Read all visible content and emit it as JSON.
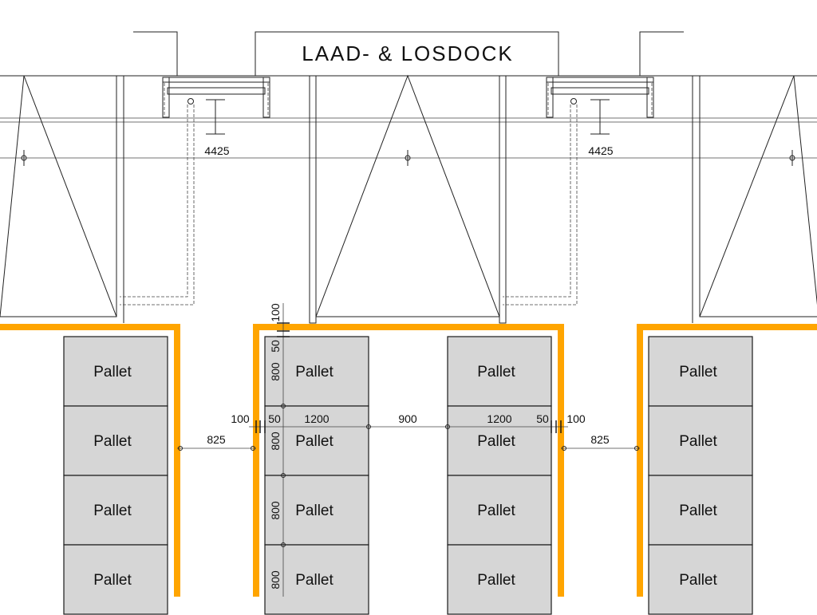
{
  "title": "LAAD- & LOSDOCK",
  "colors": {
    "lane": "#FFA500",
    "pallet_fill": "#d6d6d6",
    "line": "#222222"
  },
  "dock_dimensions": [
    "4425",
    "4425"
  ],
  "pallet_label": "Pallet",
  "pallet_columns": [
    {
      "rows": [
        "Pallet",
        "Pallet",
        "Pallet",
        "Pallet"
      ]
    },
    {
      "rows": [
        "Pallet",
        "Pallet",
        "Pallet",
        "Pallet"
      ]
    },
    {
      "rows": [
        "Pallet",
        "Pallet",
        "Pallet",
        "Pallet"
      ]
    },
    {
      "rows": [
        "Pallet",
        "Pallet",
        "Pallet",
        "Pallet"
      ]
    }
  ],
  "horizontal_dims": {
    "left_gap": "825",
    "right_gap": "825",
    "chain": [
      "100",
      "50",
      "1200",
      "900",
      "1200",
      "50",
      "100"
    ]
  },
  "vertical_dims": [
    "100",
    "50",
    "800",
    "800",
    "800",
    "800"
  ]
}
